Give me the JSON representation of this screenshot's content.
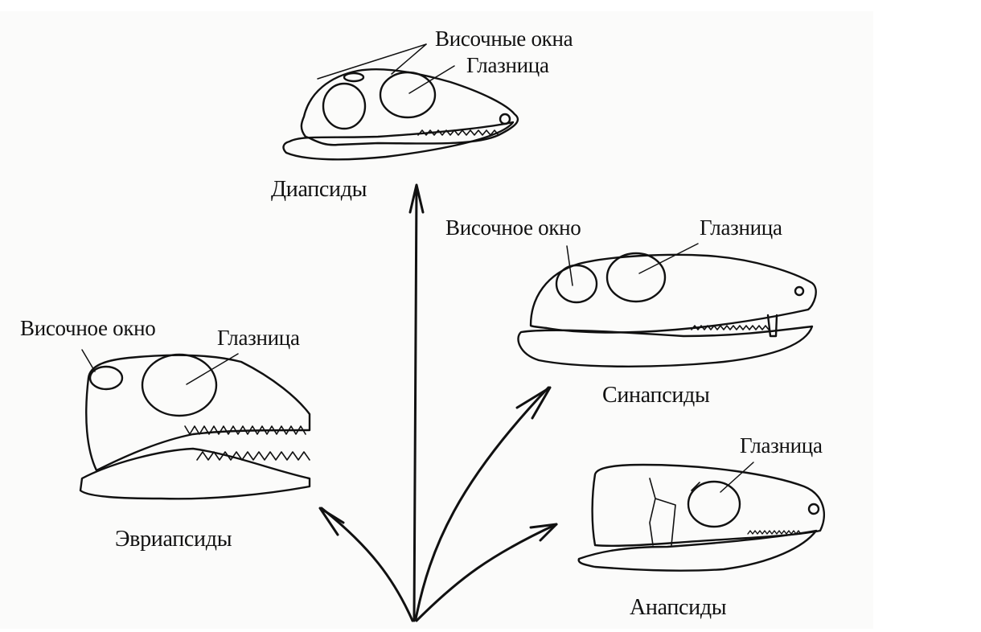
{
  "title": "Типы черепов рептилий по височным окнам",
  "origin": "common-ancestor-point",
  "skulls": [
    {
      "id": "diapsid",
      "name": "Диапсиды",
      "labels": {
        "fenestra": "Височные окна",
        "orbit": "Глазница"
      },
      "temporal_openings": 2
    },
    {
      "id": "synapsid",
      "name": "Синапсиды",
      "labels": {
        "fenestra": "Височное окно",
        "orbit": "Глазница"
      },
      "temporal_openings": 1
    },
    {
      "id": "euryapsid",
      "name": "Эвриапсиды",
      "labels": {
        "fenestra": "Височное окно",
        "orbit": "Глазница"
      },
      "temporal_openings": 1
    },
    {
      "id": "anapsid",
      "name": "Анапсиды",
      "labels": {
        "orbit": "Глазница"
      },
      "temporal_openings": 0
    }
  ],
  "arrows": [
    "to-euryapsid",
    "to-diapsid",
    "to-synapsid",
    "to-anapsid"
  ],
  "colors": {
    "ink": "#111111",
    "paper": "#fbfbfa",
    "background": "#ffffff"
  }
}
